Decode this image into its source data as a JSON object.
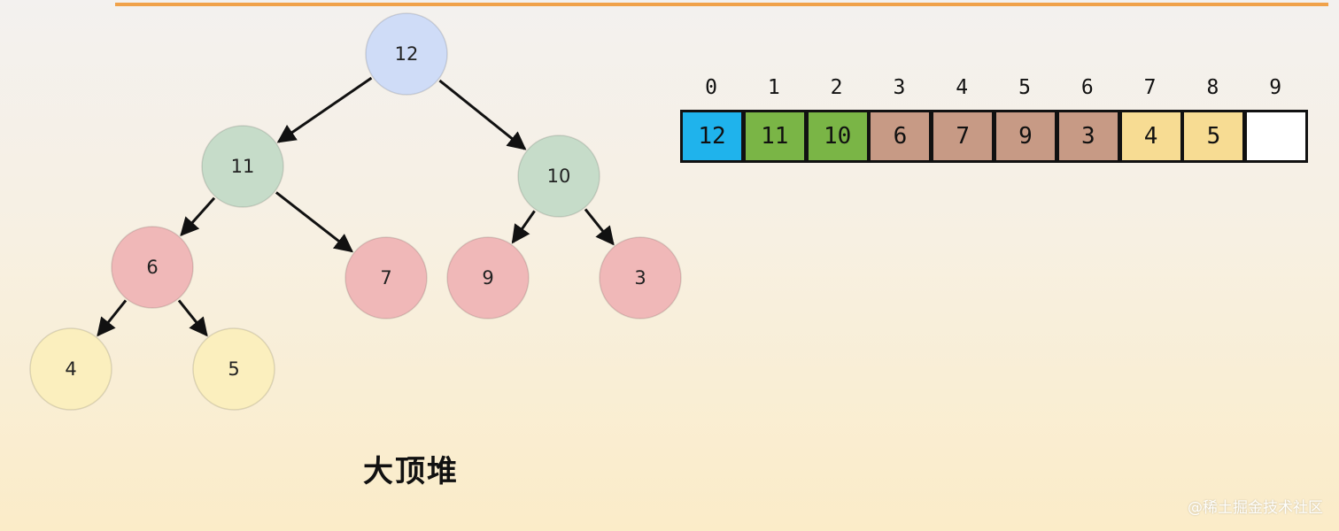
{
  "tree": {
    "nodes": [
      {
        "id": "n0",
        "value": "12",
        "level": "root"
      },
      {
        "id": "n1",
        "value": "11",
        "level": "internal"
      },
      {
        "id": "n2",
        "value": "10",
        "level": "internal"
      },
      {
        "id": "n3",
        "value": "6",
        "level": "internal"
      },
      {
        "id": "n4",
        "value": "7",
        "level": "leaf"
      },
      {
        "id": "n5",
        "value": "9",
        "level": "leaf"
      },
      {
        "id": "n6",
        "value": "3",
        "level": "leaf"
      },
      {
        "id": "n7",
        "value": "4",
        "level": "leaf"
      },
      {
        "id": "n8",
        "value": "5",
        "level": "leaf"
      }
    ],
    "edges": [
      [
        "n0",
        "n1"
      ],
      [
        "n0",
        "n2"
      ],
      [
        "n1",
        "n3"
      ],
      [
        "n1",
        "n4"
      ],
      [
        "n2",
        "n5"
      ],
      [
        "n2",
        "n6"
      ],
      [
        "n3",
        "n7"
      ],
      [
        "n3",
        "n8"
      ]
    ]
  },
  "array": {
    "indices": [
      "0",
      "1",
      "2",
      "3",
      "4",
      "5",
      "6",
      "7",
      "8",
      "9"
    ],
    "values": [
      "12",
      "11",
      "10",
      "6",
      "7",
      "9",
      "3",
      "4",
      "5",
      ""
    ]
  },
  "colors": {
    "root_node": "#cfdcf7",
    "level1_node": "#c6dcc9",
    "level2_node": "#f0b8b8",
    "level3_node": "#fbefbe",
    "cell_root": "#1fb3ec",
    "cell_level1": "#7ab546",
    "cell_level2": "#c79a85",
    "cell_level3": "#f7dc93",
    "cell_empty": "#ffffff",
    "accent_line": "#f0a24a"
  },
  "caption": "大顶堆",
  "watermark": "@稀土掘金技术社区"
}
